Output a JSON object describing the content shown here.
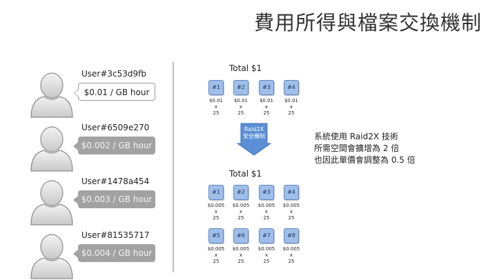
{
  "title": "費用所得與檔案交換機制",
  "users": [
    {
      "name": "User#3c53d9fb",
      "price": "$0.01 / GB hour",
      "active": true
    },
    {
      "name": "User#6509e270",
      "price": "$0.002 / GB hour",
      "active": false
    },
    {
      "name": "User#1478a454",
      "price": "$0.003 / GB hour",
      "active": false
    },
    {
      "name": "User#81535717",
      "price": "$0.004 / GB hour",
      "active": false
    }
  ],
  "before": {
    "total": "Total $1",
    "blocks": [
      {
        "id": "#1",
        "price": "$0.01",
        "x": "x",
        "qty": "25"
      },
      {
        "id": "#2",
        "price": "$0.01",
        "x": "x",
        "qty": "25"
      },
      {
        "id": "#3",
        "price": "$0.01",
        "x": "x",
        "qty": "25"
      },
      {
        "id": "#4",
        "price": "$0.01",
        "x": "x",
        "qty": "25"
      }
    ]
  },
  "arrow": {
    "line1": "Raid2X",
    "line2": "安全機制",
    "color": "#5b8fd6"
  },
  "after": {
    "total": "Total $1",
    "blocks": [
      {
        "id": "#1",
        "price": "$0.005",
        "x": "x",
        "qty": "25"
      },
      {
        "id": "#2",
        "price": "$0.005",
        "x": "x",
        "qty": "25"
      },
      {
        "id": "#3",
        "price": "$0.005",
        "x": "x",
        "qty": "25"
      },
      {
        "id": "#4",
        "price": "$0.005",
        "x": "x",
        "qty": "25"
      },
      {
        "id": "#5",
        "price": "$0.005",
        "x": "x",
        "qty": "25"
      },
      {
        "id": "#6",
        "price": "$0.005",
        "x": "x",
        "qty": "25"
      },
      {
        "id": "#7",
        "price": "$0.005",
        "x": "x",
        "qty": "25"
      },
      {
        "id": "#8",
        "price": "$0.005",
        "x": "x",
        "qty": "25"
      }
    ]
  },
  "description": [
    "系統使用 Raid2X 技術",
    "所需空間會擴增為 2 倍",
    "也因此單價會調整為 0.5 倍"
  ]
}
